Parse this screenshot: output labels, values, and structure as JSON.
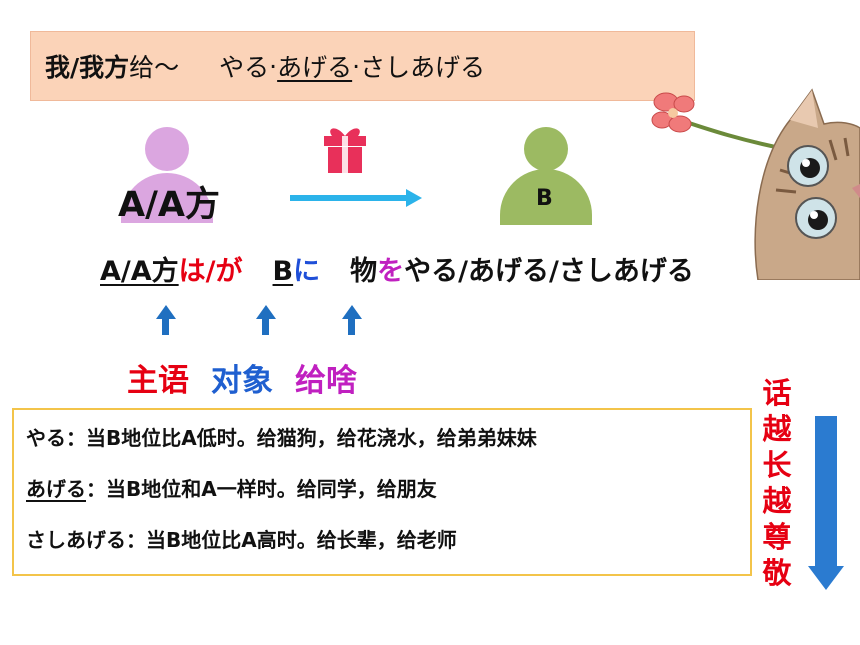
{
  "title": {
    "part_bold": "我/我方",
    "part_plain": "给～",
    "verbs": [
      "やる",
      "あげる",
      "さしあげる"
    ],
    "separator": "·"
  },
  "diagram": {
    "label_a": "A/A方",
    "label_b": "B"
  },
  "sentence": {
    "subject": "A/A方",
    "subject_particle": "は/が",
    "target": "B",
    "target_particle": "に",
    "object": "物",
    "object_particle": "を",
    "verbs": "やる/あげる/さしあげる"
  },
  "roles": {
    "subject": "主语",
    "target": "对象",
    "what": "给啥"
  },
  "explanations": [
    {
      "verb": "やる",
      "text": "：当B地位比A低时。给猫狗，给花浇水，给弟弟妹妹"
    },
    {
      "verb": "あげる",
      "text": "：当B地位和A一样时。给同学，给朋友"
    },
    {
      "verb": "さしあげる",
      "text": "：当B地位比A高时。给长辈，给老师"
    }
  ],
  "side_note": "话越长越尊敬",
  "colors": {
    "banner": "#fbd3b8",
    "person_a": "#dba6e0",
    "person_b": "#9cba62",
    "arrow": "#2bb3ea",
    "gift": "#e8305a",
    "red": "#e60012",
    "blue": "#1f4fd8",
    "purple": "#c020c0",
    "box_border": "#f3c44a",
    "down_arrow": "#2b7bd0"
  },
  "icons": {
    "gift": "gift-box-icon",
    "cat": "cat-illustration",
    "person_a": "person-icon",
    "person_b": "person-icon"
  }
}
